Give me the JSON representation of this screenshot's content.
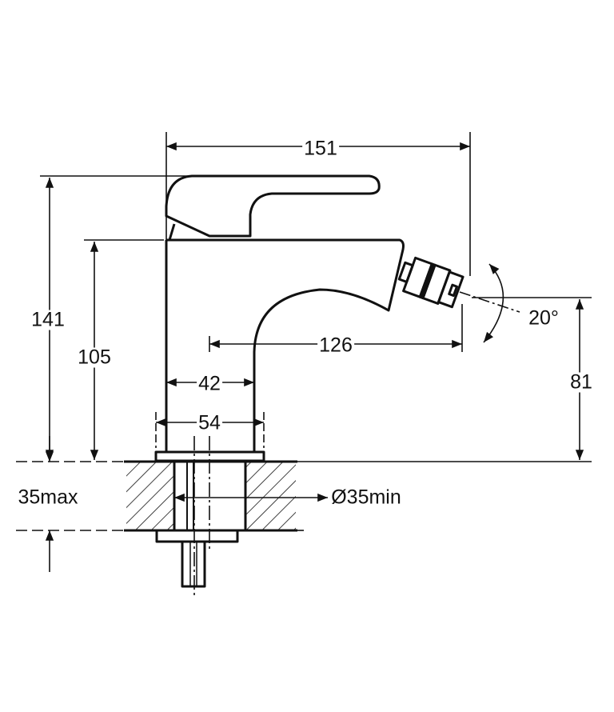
{
  "dimensions": {
    "overall_width": "151",
    "overall_height": "141",
    "body_height": "105",
    "spout_height": "81",
    "spout_reach": "126",
    "body_depth": "42",
    "base_width": "54",
    "deck_thickness": "35max",
    "hole_diameter": "Ø35min",
    "nozzle_angle": "20°"
  },
  "colors": {
    "line": "#111111",
    "background": "#ffffff"
  }
}
